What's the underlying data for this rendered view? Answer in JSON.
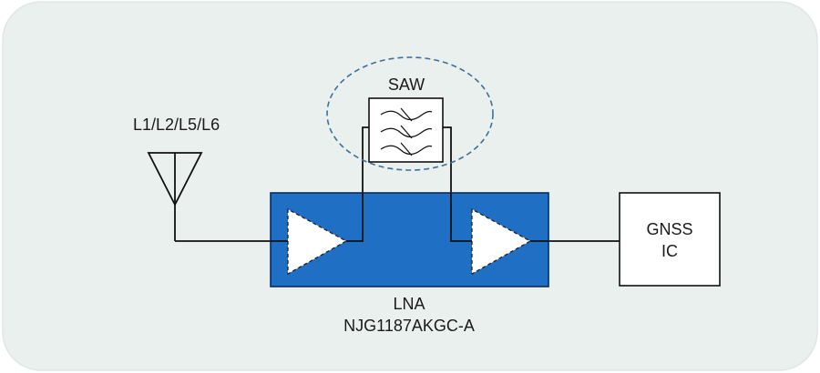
{
  "labels": {
    "antenna_bands": "L1/L2/L5/L6",
    "saw": "SAW",
    "gnss_line1": "GNSS",
    "gnss_line2": "IC",
    "lna": "LNA",
    "part_number": "NJG1187AKGC-A"
  },
  "icons": {
    "antenna": "antenna-icon",
    "filter": "saw-filter-icon",
    "amplifier": "amplifier-triangle-icon"
  },
  "colors": {
    "panel_background": "#e9f0ee",
    "lna_fill": "#1f6fc4",
    "lna_stroke": "#0d2b55",
    "amplifier_fill": "#ffffff",
    "saw_highlight": "#3f6f9a",
    "wire": "#111111"
  }
}
